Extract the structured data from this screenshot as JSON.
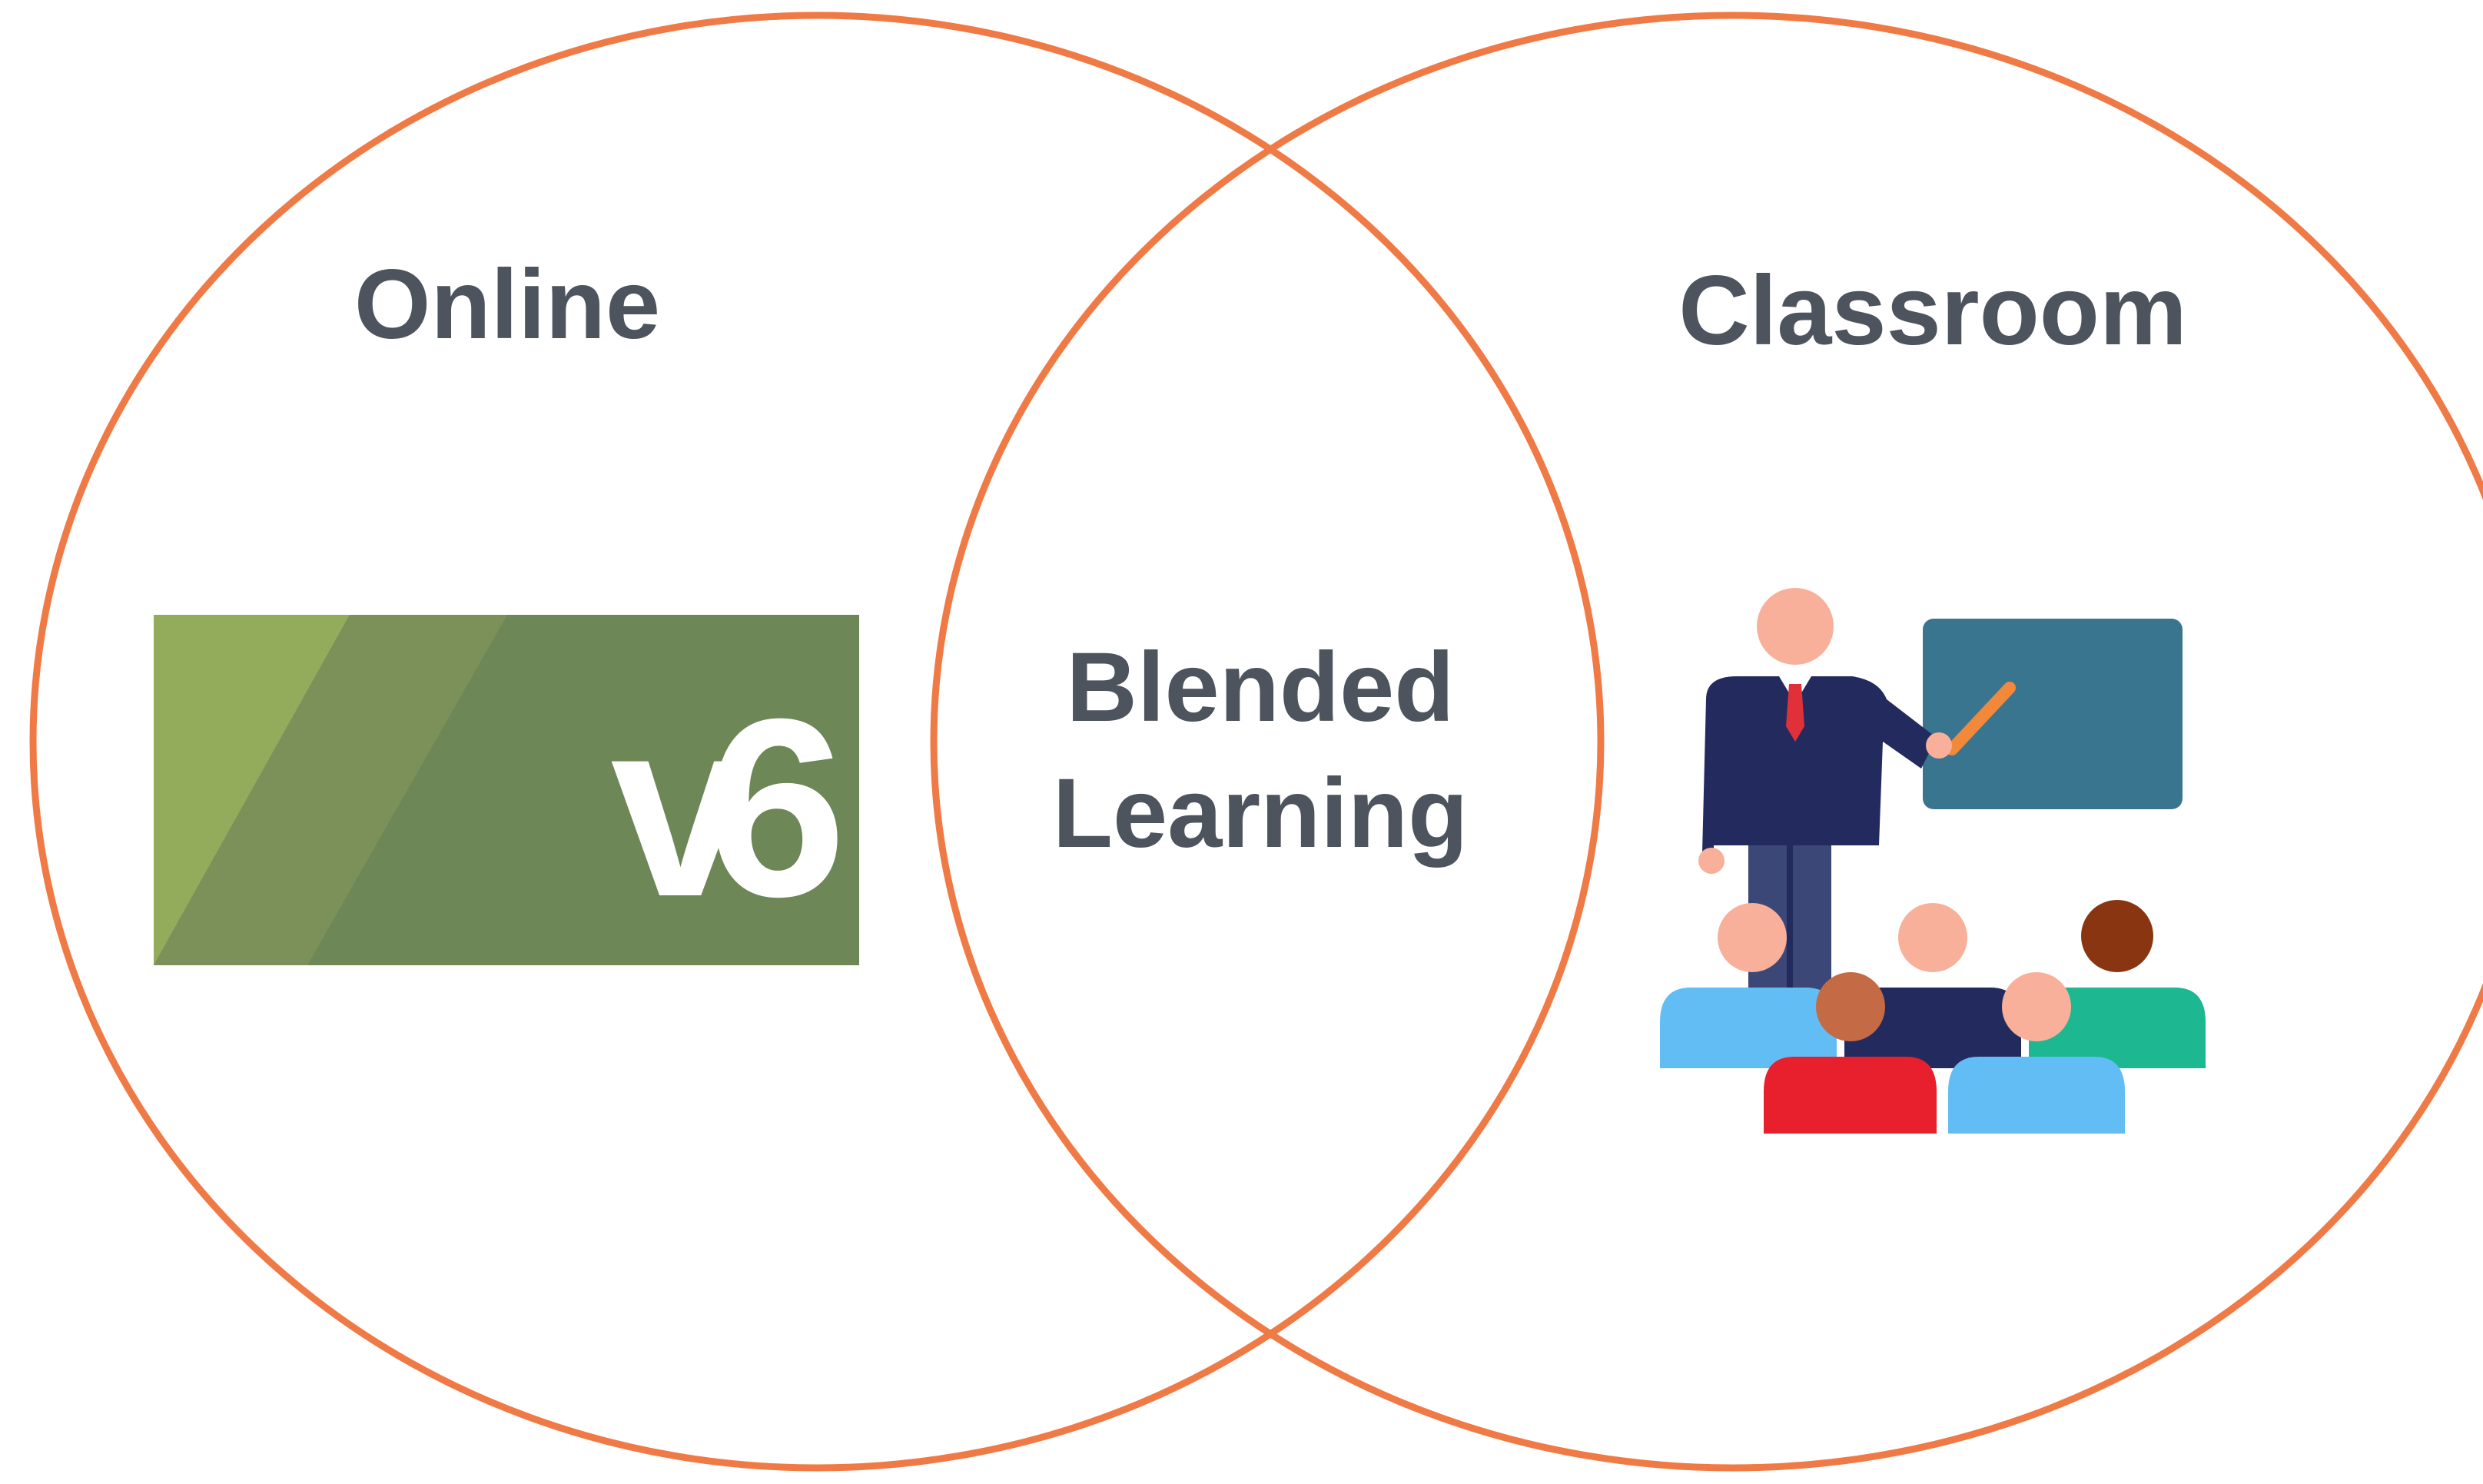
{
  "diagram": {
    "type": "venn",
    "left_circle": {
      "label": "Online",
      "image": {
        "text": "v6",
        "icon": "v6-logo-banner"
      }
    },
    "right_circle": {
      "label": "Classroom",
      "image": {
        "icon": "teacher-classroom-illustration"
      }
    },
    "intersection": {
      "label_line1": "Blended",
      "label_line2": "Learning"
    }
  },
  "colors": {
    "circle_stroke": "#F07A45",
    "label_text": "#4E545D",
    "background": "#FFFFFF",
    "logo_bg_dark": "#6E8757",
    "logo_bg_mid": "#7C9159",
    "logo_bg_light": "#92AC5C",
    "logo_text": "#FFFFFF",
    "board": "#3A7590",
    "suit": "#232B5E",
    "skin": "#F8B09A",
    "tie": "#E0303A",
    "pointer": "#F2883A",
    "student_blue": "#63BDF5",
    "student_green": "#1DB892",
    "student_red": "#E8202D",
    "student_navy": "#232B5E",
    "hair_brown": "#8A3512",
    "hair_rust": "#C46A45"
  }
}
